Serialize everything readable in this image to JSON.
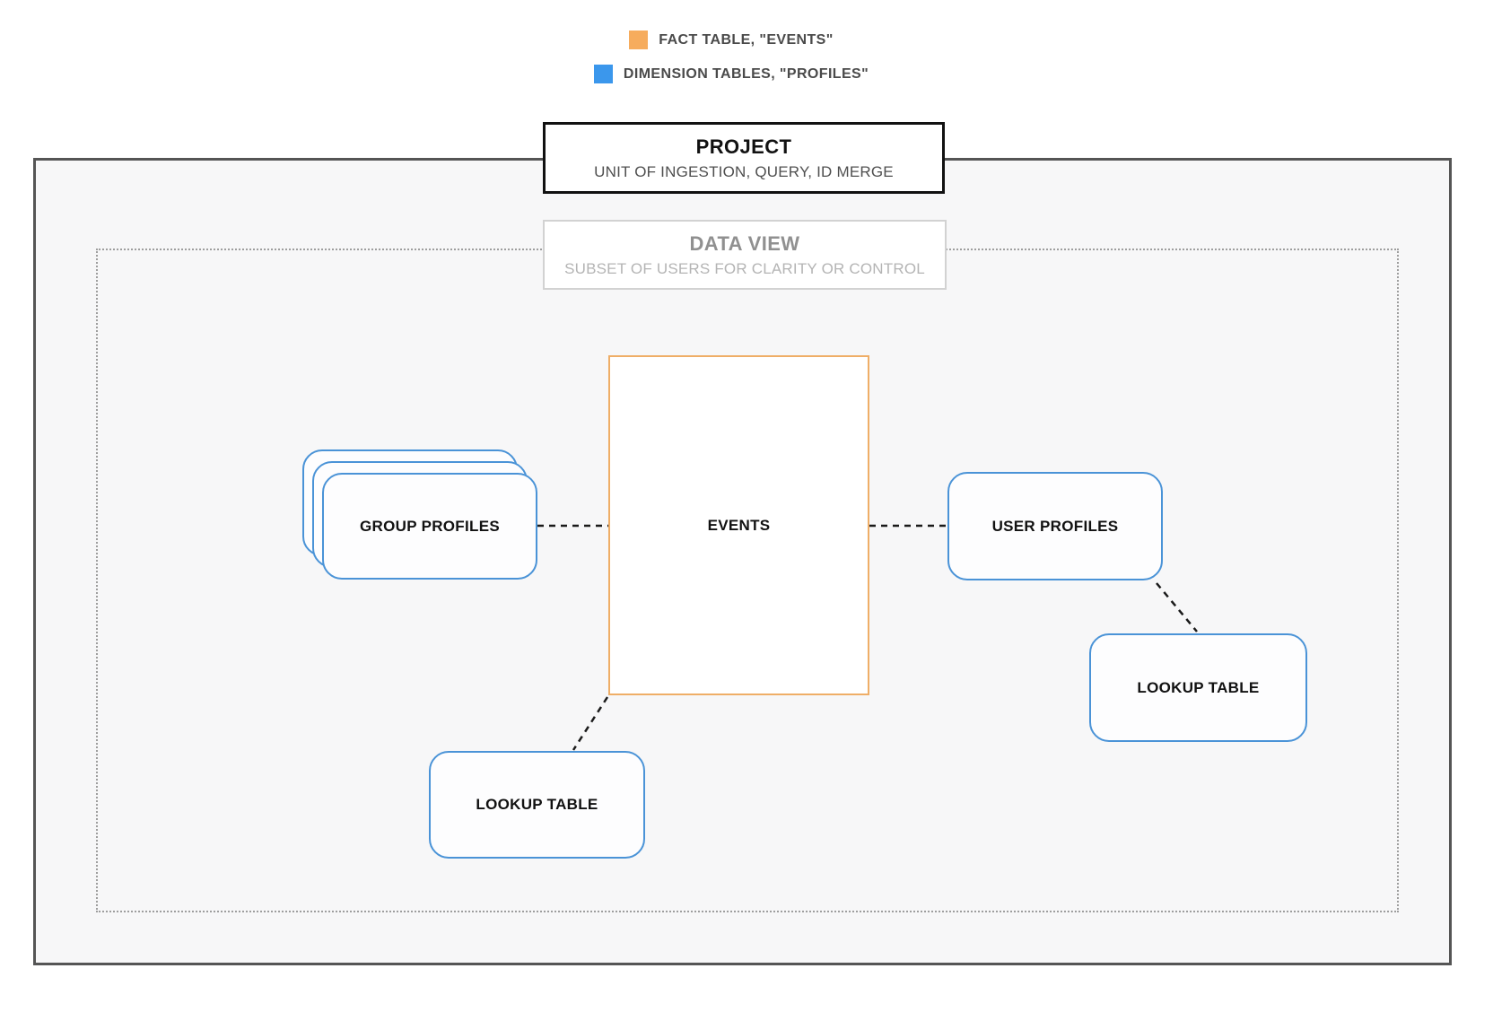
{
  "legend": {
    "items": [
      {
        "name": "fact",
        "label": "FACT TABLE, \"EVENTS\"",
        "color": "#F6AC5D"
      },
      {
        "name": "dimension",
        "label": "DIMENSION TABLES, \"PROFILES\"",
        "color": "#3B97EC"
      }
    ]
  },
  "project_box": {
    "title": "PROJECT",
    "subtitle": "UNIT OF INGESTION, QUERY, ID MERGE"
  },
  "data_view_box": {
    "title": "DATA VIEW",
    "subtitle": "SUBSET OF USERS FOR CLARITY OR CONTROL"
  },
  "nodes": {
    "events": {
      "label": "EVENTS",
      "role": "fact-table"
    },
    "group_profiles": {
      "label": "GROUP PROFILES",
      "role": "dimension-table-stack"
    },
    "user_profiles": {
      "label": "USER PROFILES",
      "role": "dimension-table"
    },
    "lookup_bottom": {
      "label": "LOOKUP TABLE",
      "role": "dimension-table"
    },
    "lookup_right": {
      "label": "LOOKUP TABLE",
      "role": "dimension-table"
    }
  },
  "colors": {
    "fact_accent": "#F6AC5D",
    "fact_border": "#EFAE67",
    "dimension_accent": "#3B97EC",
    "dimension_border": "#4A93D7",
    "connector": "#1A1A1A",
    "project_border": "#111111",
    "container_border": "#555555",
    "container_bg": "#F7F7F8"
  }
}
